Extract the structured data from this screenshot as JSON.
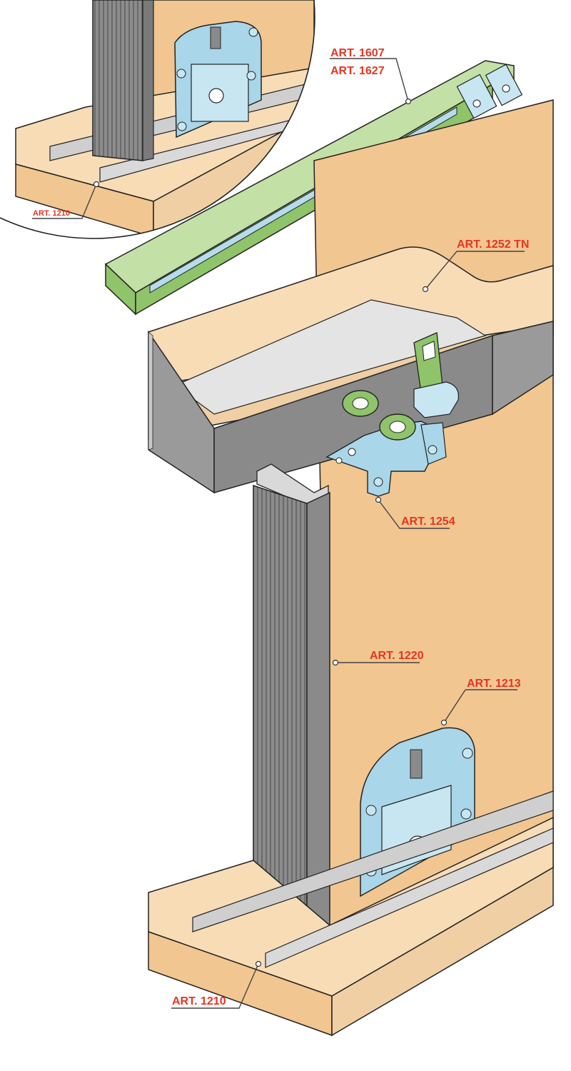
{
  "diagram": {
    "labels": {
      "a1607": "ART. 1607",
      "a1627": "ART. 1627",
      "a1252tn": "ART. 1252 TN",
      "a1254": "ART. 1254",
      "a1220": "ART. 1220",
      "a1213": "ART. 1213",
      "a1210_detail": "ART. 1210",
      "a1210_main": "ART. 1210"
    },
    "colors": {
      "label_text": "#e53522",
      "leader": "#444444",
      "wood_face": "#f2c690",
      "wood_top": "#f8dcb6",
      "wood_edge": "#f0cfa4",
      "aluminium": "#9a9a9a",
      "aluminium_light": "#d9d9d9",
      "metal_blue": "#a9d6e8",
      "green_part": "#8fc46a",
      "green_light": "#c3e0a6",
      "outline": "#222222"
    },
    "icons": [
      "magnifier-detail-circle"
    ]
  }
}
